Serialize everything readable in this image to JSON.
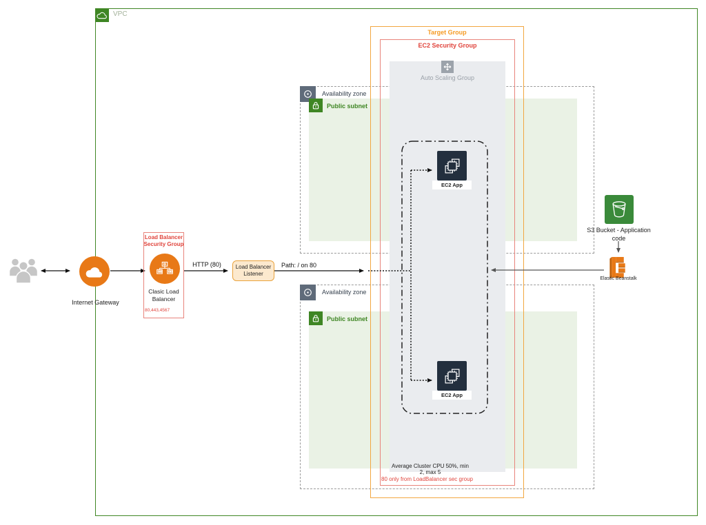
{
  "vpc": {
    "label": "VPC"
  },
  "flow": {
    "internet_gateway_label": "Internet Gateway",
    "http_label": "HTTP (80)",
    "path_label": "Path: / on 80"
  },
  "lb_sg": {
    "title": "Load Balancer Security Group",
    "lb_name": "Clasic Load Balancer",
    "ports": "80,443,4567"
  },
  "listener": {
    "label": "Load Balancer Listener"
  },
  "target_group": {
    "label": "Target Group"
  },
  "ec2_sg": {
    "label": "EC2 Security Group",
    "rule": "80 only from LoadBalancer sec group"
  },
  "asg": {
    "label": "Auto Scaling Group",
    "policy": "Average Cluster CPU 50%, min 2, max 5"
  },
  "zones": {
    "az1_label": "Availability zone",
    "az1_subnet": "Public subnet",
    "az2_label": "Availability zone",
    "az2_subnet": "Public subnet"
  },
  "instances": {
    "top_label": "EC2 App",
    "bottom_label": "EC2 App"
  },
  "s3": {
    "label": "S3 Bucket - Application code"
  },
  "beanstalk": {
    "label": "Elastic Beanstalk"
  },
  "colors": {
    "vpc_green": "#3F8624",
    "subnet_fill": "#EAF2E5",
    "aws_orange": "#E87917",
    "target_group_orange": "#F2A640",
    "security_red_text": "#E0443C",
    "security_red_border": "#E8837B",
    "asg_fill": "#EAECEF",
    "ec2_dark": "#232F3E",
    "s3_green": "#3A8A3A",
    "az_icon_gray": "#5F6B7A"
  }
}
